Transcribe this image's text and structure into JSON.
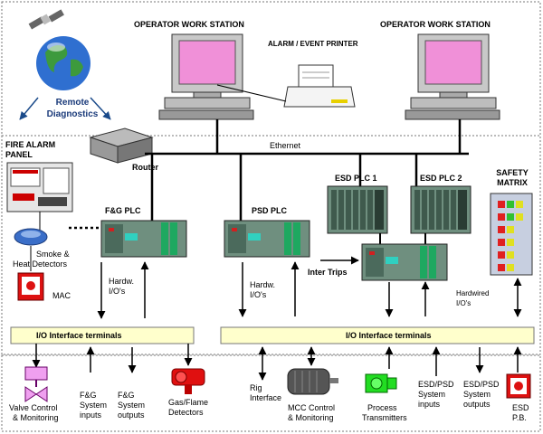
{
  "labels": {
    "ows_left": "OPERATOR WORK STATION",
    "ows_right": "OPERATOR WORK STATION",
    "printer": "ALARM / EVENT PRINTER",
    "remote_1": "Remote",
    "remote_2": "Diagnostics",
    "ethernet": "Ethernet",
    "router": "Router",
    "fire_panel_1": "FIRE ALARM",
    "fire_panel_2": "PANEL",
    "fg_plc": "F&G PLC",
    "psd_plc": "PSD PLC",
    "esd_plc1": "ESD PLC 1",
    "esd_plc2": "ESD PLC 2",
    "safety_1": "SAFETY",
    "safety_2": "MATRIX",
    "smoke_1": "Smoke &",
    "smoke_2": "Heat Detectors",
    "mac": "MAC",
    "hardw_left_1": "Hardw.",
    "hardw_left_2": "I/O's",
    "hardw_mid_1": "Hardw.",
    "hardw_mid_2": "I/O's",
    "inter_trips": "Inter Trips",
    "hardwired_1": "Hardwired",
    "hardwired_2": "I/O's",
    "io_left": "I/O Interface terminals",
    "io_right": "I/O Interface terminals",
    "valve_1": "Valve Control",
    "valve_2": "& Monitoring",
    "fg_in_1": "F&G",
    "fg_in_2": "System",
    "fg_in_3": "inputs",
    "fg_out_1": "F&G",
    "fg_out_2": "System",
    "fg_out_3": "outputs",
    "gas_1": "Gas/Flame",
    "gas_2": "Detectors",
    "rig_1": "Rig",
    "rig_2": "Interface",
    "mcc_1": "MCC Control",
    "mcc_2": "& Monitoring",
    "proc_1": "Process",
    "proc_2": "Transmitters",
    "esdpsd_in_1": "ESD/PSD",
    "esdpsd_in_2": "System",
    "esdpsd_in_3": "inputs",
    "esdpsd_out_1": "ESD/PSD",
    "esdpsd_out_2": "System",
    "esdpsd_out_3": "outputs",
    "esdpb_1": "ESD",
    "esdpb_2": "P.B."
  },
  "colors": {
    "io_bar_fill": "#ffffcc",
    "plc_body": "#6f8f7f",
    "plc_module": "#1ea860",
    "monitor_screen": "#f090d8",
    "globe_blue": "#2f6fd0",
    "gas_red": "#e01010",
    "process_green": "#22dd22",
    "valve_pink": "#f0a0f0",
    "mac_red": "#dd1111"
  }
}
